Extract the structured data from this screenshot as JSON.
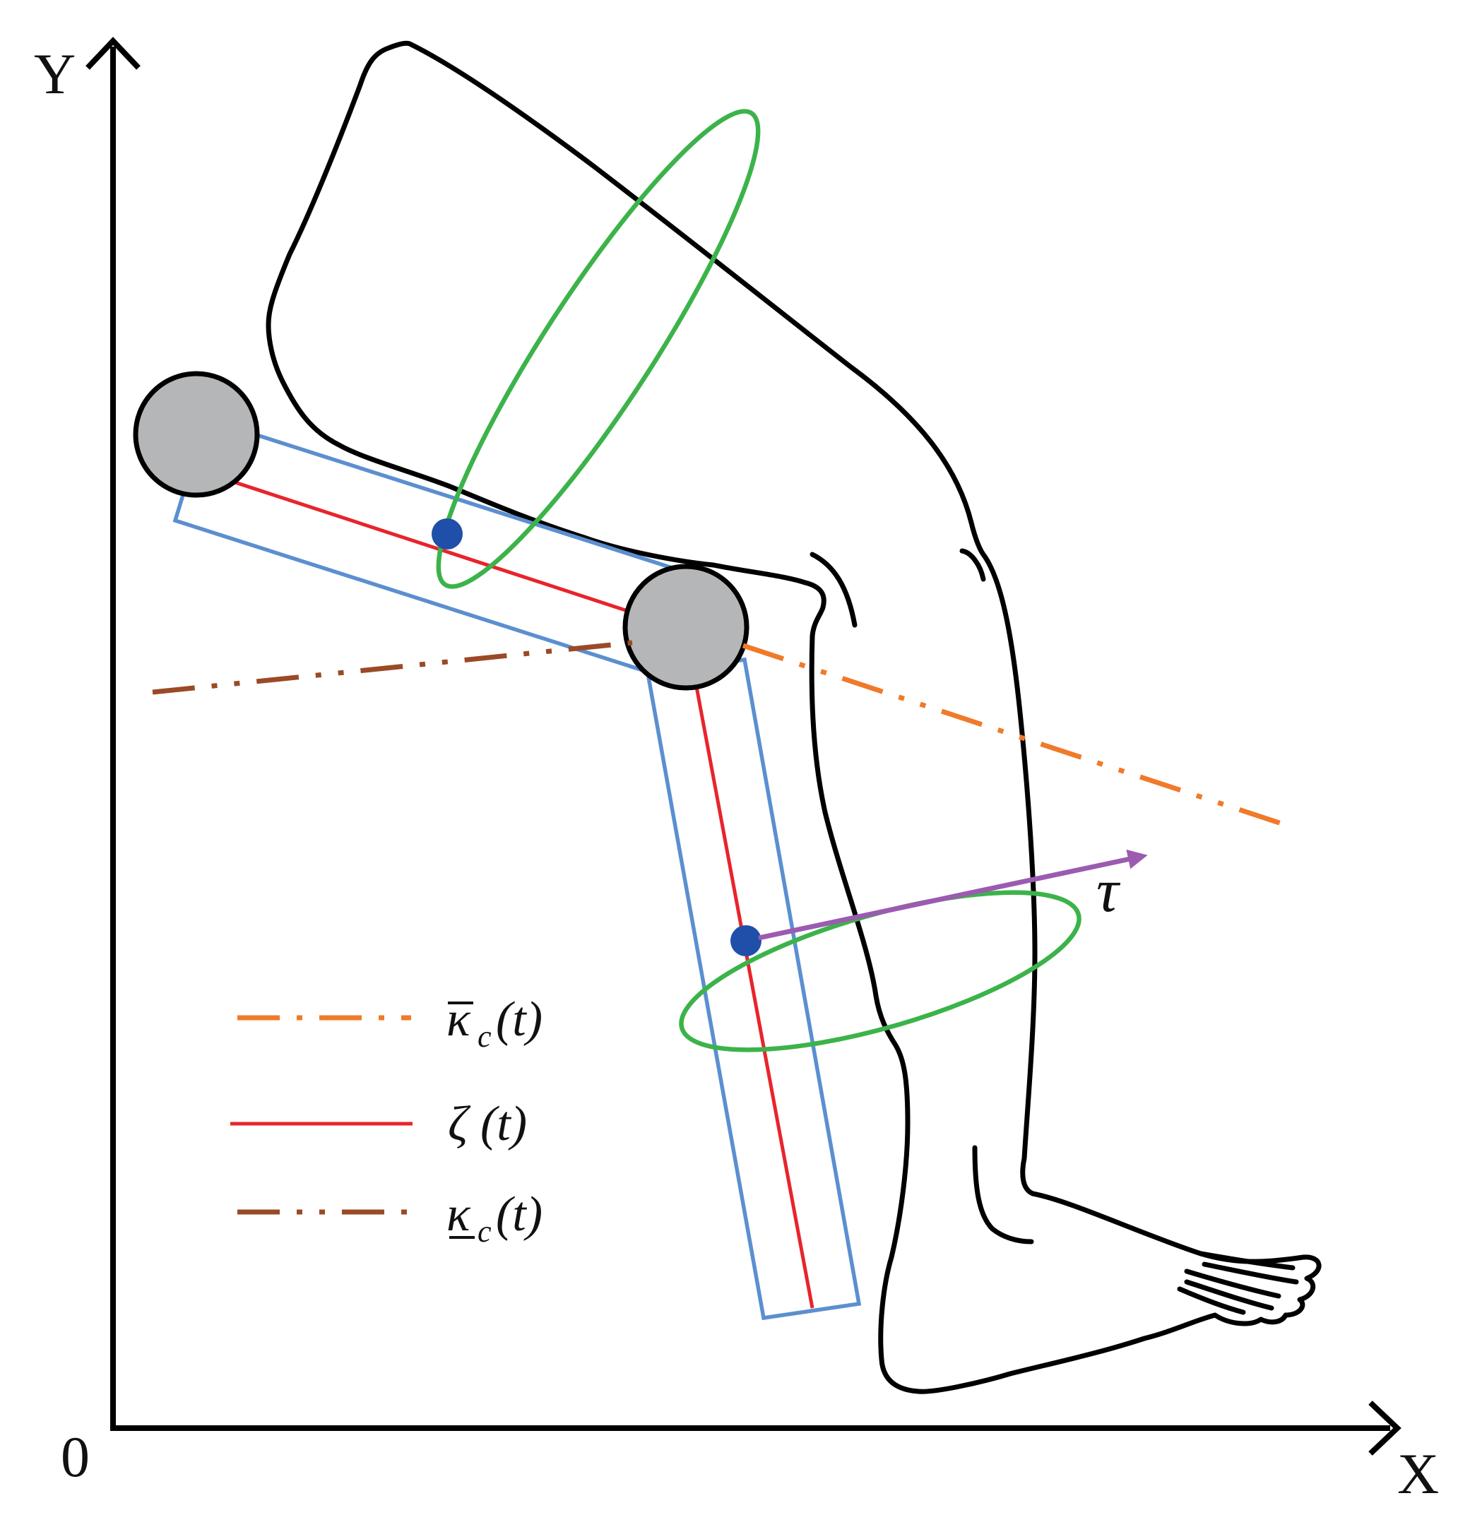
{
  "axes": {
    "y_label": "Y",
    "x_label": "X",
    "origin_label": "0"
  },
  "torque": {
    "label": "τ"
  },
  "legend": {
    "upper_bound": {
      "symbol": "κ",
      "subscript": "c",
      "arg": "(t)"
    },
    "trajectory": {
      "symbol": "ζ",
      "arg": "(t)"
    },
    "lower_bound": {
      "symbol": "κ",
      "subscript": "c",
      "arg": "(t)"
    }
  },
  "colors": {
    "axis": "#000000",
    "leg_outline": "#000000",
    "link_frame": "#5b8fd0",
    "centerline": "#e8242c",
    "strap": "#3cb34a",
    "joint_fill": "#b5b6b8",
    "center_of_mass": "#1f4fa8",
    "torque_arrow": "#9b5bb0",
    "upper_bound_line": "#f07a2a",
    "lower_bound_line": "#9a4a26"
  }
}
